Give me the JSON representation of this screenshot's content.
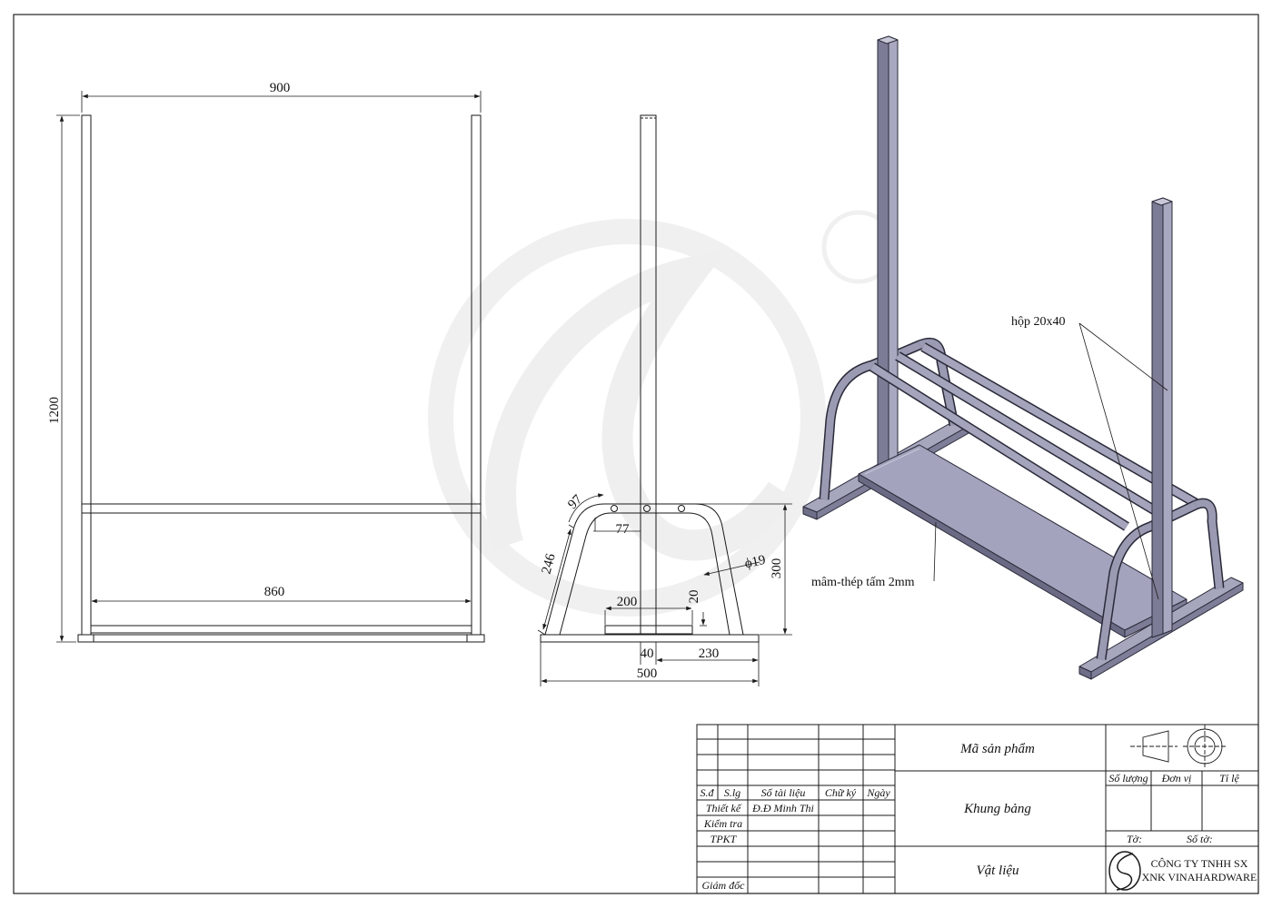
{
  "front_view": {
    "dim_width_top": "900",
    "dim_height": "1200",
    "dim_width_inner": "860"
  },
  "side_view": {
    "dim_radius": "97",
    "dim_77": "77",
    "dim_246": "246",
    "dim_phi19": "ϕ19",
    "dim_300": "300",
    "dim_200": "200",
    "dim_20": "20",
    "dim_40": "40",
    "dim_230": "230",
    "dim_500": "500"
  },
  "iso_view": {
    "label_box": "hộp 20x40",
    "label_tray": "mâm-thép tấm 2mm"
  },
  "title_block": {
    "headers": {
      "sd": "S.đ",
      "slg": "S.lg",
      "doc_no": "Số tài liệu",
      "signature": "Chữ ký",
      "date": "Ngày"
    },
    "roles": {
      "designer": "Thiết kế",
      "designer_name": "Đ.Đ Minh Thi",
      "checker": "Kiểm tra",
      "tpkt": "TPKT",
      "director": "Giám đốc"
    },
    "product_code_label": "Mã sản phẩm",
    "product_name": "Khung bảng",
    "material_label": "Vật liệu",
    "quantity_label": "Số lượng",
    "unit_label": "Đơn vị",
    "scale_label": "Tỉ lệ",
    "sheet_label": "Tờ:",
    "sheet_count_label": "Số tờ:",
    "company_line1": "CÔNG TY TNHH SX",
    "company_line2": "XNK VINAHARDWARE"
  },
  "colors": {
    "line": "#1a1a1a",
    "steel": "#8c8ca6",
    "steel_dark": "#5e5e78",
    "steel_light": "#c7c7d8",
    "watermark": "#f1f1f1"
  }
}
